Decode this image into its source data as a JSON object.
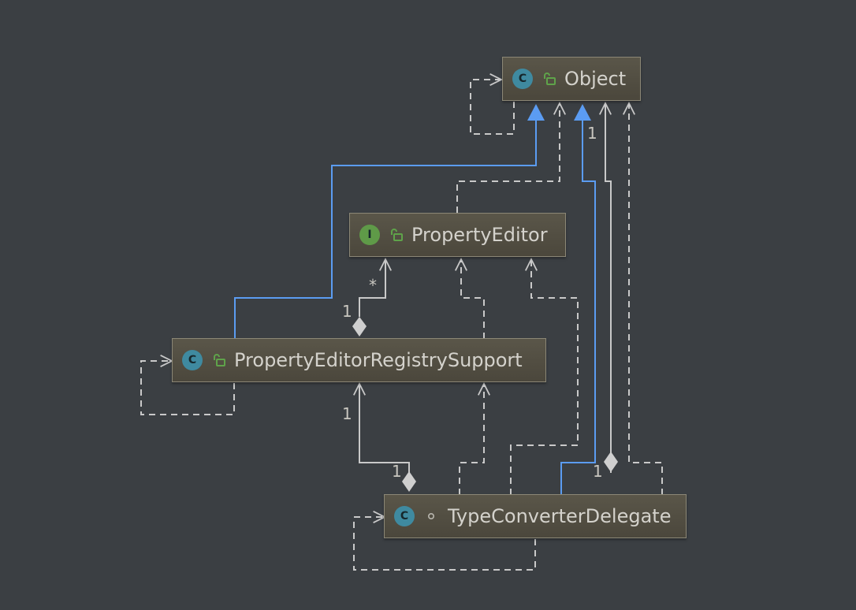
{
  "diagram": {
    "classes": {
      "object": {
        "name": "Object",
        "kind_letter": "C",
        "kind": "class",
        "visibility": "public"
      },
      "property_editor": {
        "name": "PropertyEditor",
        "kind_letter": "I",
        "kind": "interface",
        "visibility": "public"
      },
      "registry_support": {
        "name": "PropertyEditorRegistrySupport",
        "kind_letter": "C",
        "kind": "class",
        "visibility": "public"
      },
      "type_converter": {
        "name": "TypeConverterDelegate",
        "kind_letter": "C",
        "kind": "class",
        "visibility": "package-private"
      }
    },
    "multiplicities": {
      "tcd_to_object": "1",
      "registry_to_editor_many": "*",
      "registry_to_editor_one": "1",
      "tcd_to_registry_target": "1",
      "tcd_to_registry_source": "1",
      "tcd_to_object_source": "1"
    },
    "colors": {
      "background": "#3b3f43",
      "inheritance_line": "#5b9cf2",
      "dependency_line": "#c9c9c9",
      "node_border": "#8b8776",
      "class_badge": "#3f8aa0",
      "interface_badge": "#5f9a48",
      "public_lock": "#5fa34a"
    },
    "icons": {
      "class_badge": "class-badge-icon",
      "interface_badge": "interface-badge-icon",
      "public_visibility": "unlocked-padlock-icon",
      "package_visibility": "dot-icon"
    }
  }
}
